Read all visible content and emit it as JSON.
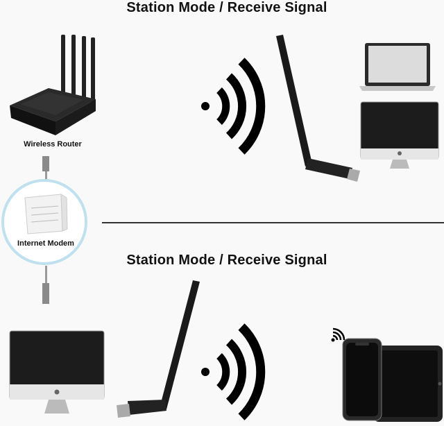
{
  "top_section": {
    "title": "Station Mode / Receive Signal",
    "router_label": "Wireless Router",
    "modem_label": "Internet Modem"
  },
  "bottom_section": {
    "title": "Station Mode / Receive Signal"
  },
  "icons": [
    "wireless-router-icon",
    "ethernet-cable-icon",
    "internet-modem-icon",
    "usb-wifi-adapter-icon",
    "wifi-signal-icon",
    "laptop-icon",
    "desktop-monitor-icon",
    "smartphone-icon",
    "tablet-icon"
  ],
  "colors": {
    "modem_ring": "#bfe0ee",
    "device_black": "#1a1a1a",
    "signal_black": "#000000"
  }
}
